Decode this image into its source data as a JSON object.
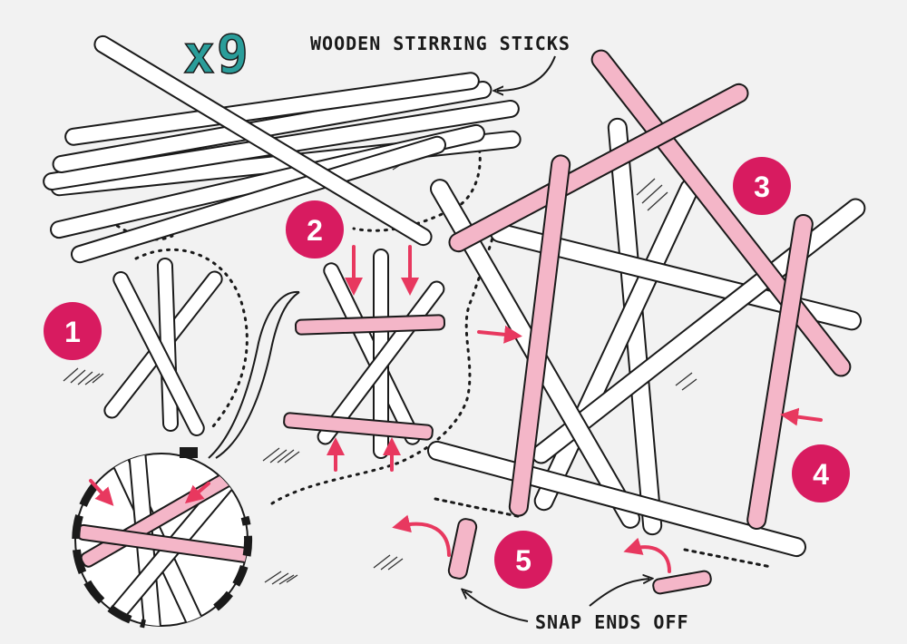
{
  "header": {
    "count": "x9",
    "caption": "WOODEN STIRRING STICKS"
  },
  "footer": {
    "caption": "SNAP ENDS OFF"
  },
  "steps": [
    "1",
    "2",
    "3",
    "4",
    "5"
  ],
  "colors": {
    "background": "#f2f2f2",
    "stick_fill": "#ffffff",
    "stick_outline": "#1a1a1a",
    "highlight_stick": "#f4b6c8",
    "badge": "#d81b60",
    "arrow": "#e8385f",
    "count_text": "#2a9d9a"
  },
  "icons": {
    "arrow": "arrow-icon",
    "snap_line": "dotted-line-icon",
    "magnifier": "magnifier-circle-icon"
  }
}
